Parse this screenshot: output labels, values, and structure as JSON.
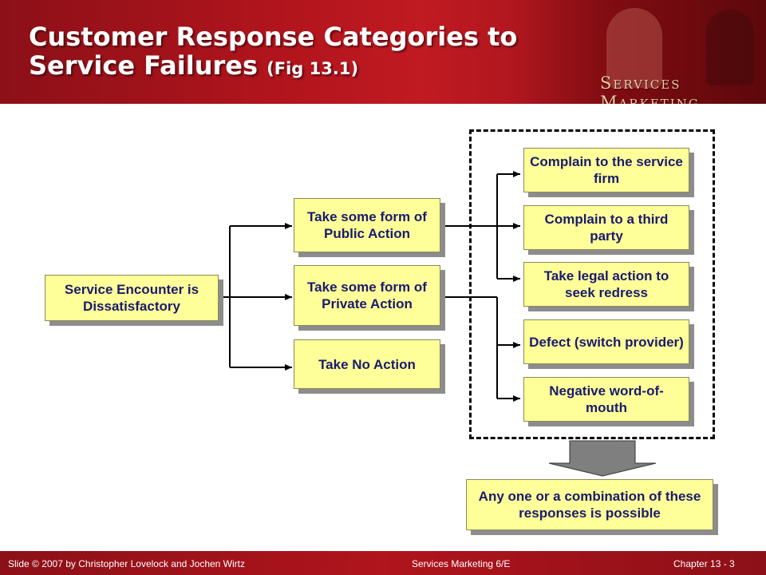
{
  "header": {
    "title_line1": "Customer Response Categories to",
    "title_line2": "Service Failures",
    "title_ref": "(Fig 13.1)",
    "brand": "Services Marketing"
  },
  "diagram": {
    "start": "Service Encounter is Dissatisfactory",
    "options": [
      "Take some form of Public Action",
      "Take some form of Private Action",
      "Take No Action"
    ],
    "responses": [
      "Complain to the service firm",
      "Complain to a third party",
      "Take legal action to seek redress",
      "Defect (switch provider)",
      "Negative word-of-mouth"
    ],
    "result": "Any one or a combination of these responses is possible"
  },
  "footer": {
    "left": "Slide © 2007 by Christopher Lovelock and Jochen Wirtz",
    "center": "Services Marketing 6/E",
    "right": "Chapter  13 - 3"
  },
  "colors": {
    "header_red": "#b0141c",
    "box_fill": "#ffff99",
    "box_text": "#1a1a6e",
    "shadow": "#8c8c8c"
  }
}
